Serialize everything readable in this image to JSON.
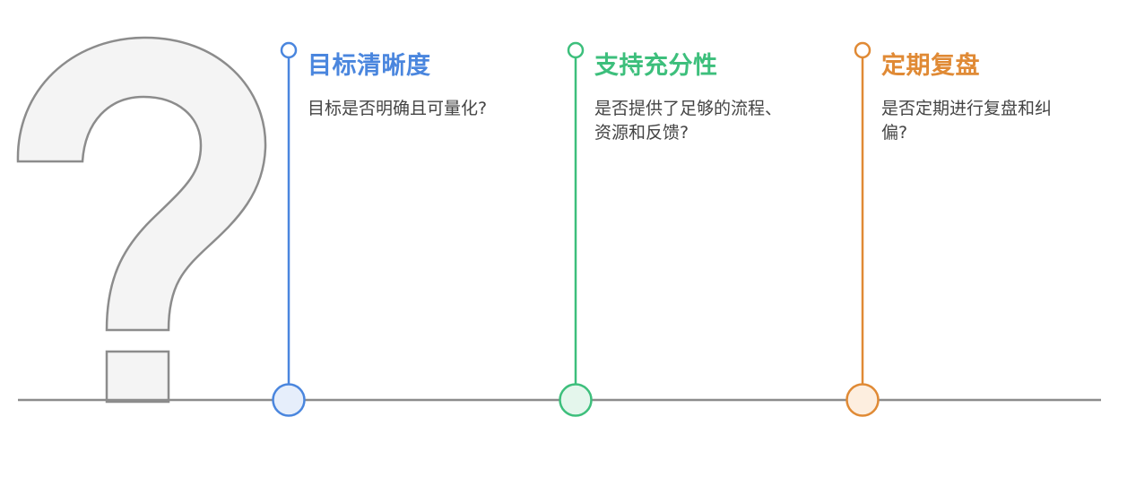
{
  "colors": {
    "line": "#8c8c8c",
    "question_fill": "#f4f4f4",
    "question_stroke": "#8c8c8c"
  },
  "question_icon": "question-mark-icon",
  "items": [
    {
      "title": "目标清晰度",
      "description": "目标是否明确且可量化?",
      "color": "#4a86de",
      "fill": "#e6eefb"
    },
    {
      "title": "支持充分性",
      "description": "是否提供了足够的流程、资源和反馈?",
      "color": "#3dbf7c",
      "fill": "#e4f6ec"
    },
    {
      "title": "定期复盘",
      "description": "是否定期进行复盘和纠偏?",
      "color": "#e08a35",
      "fill": "#fdeedf"
    }
  ]
}
